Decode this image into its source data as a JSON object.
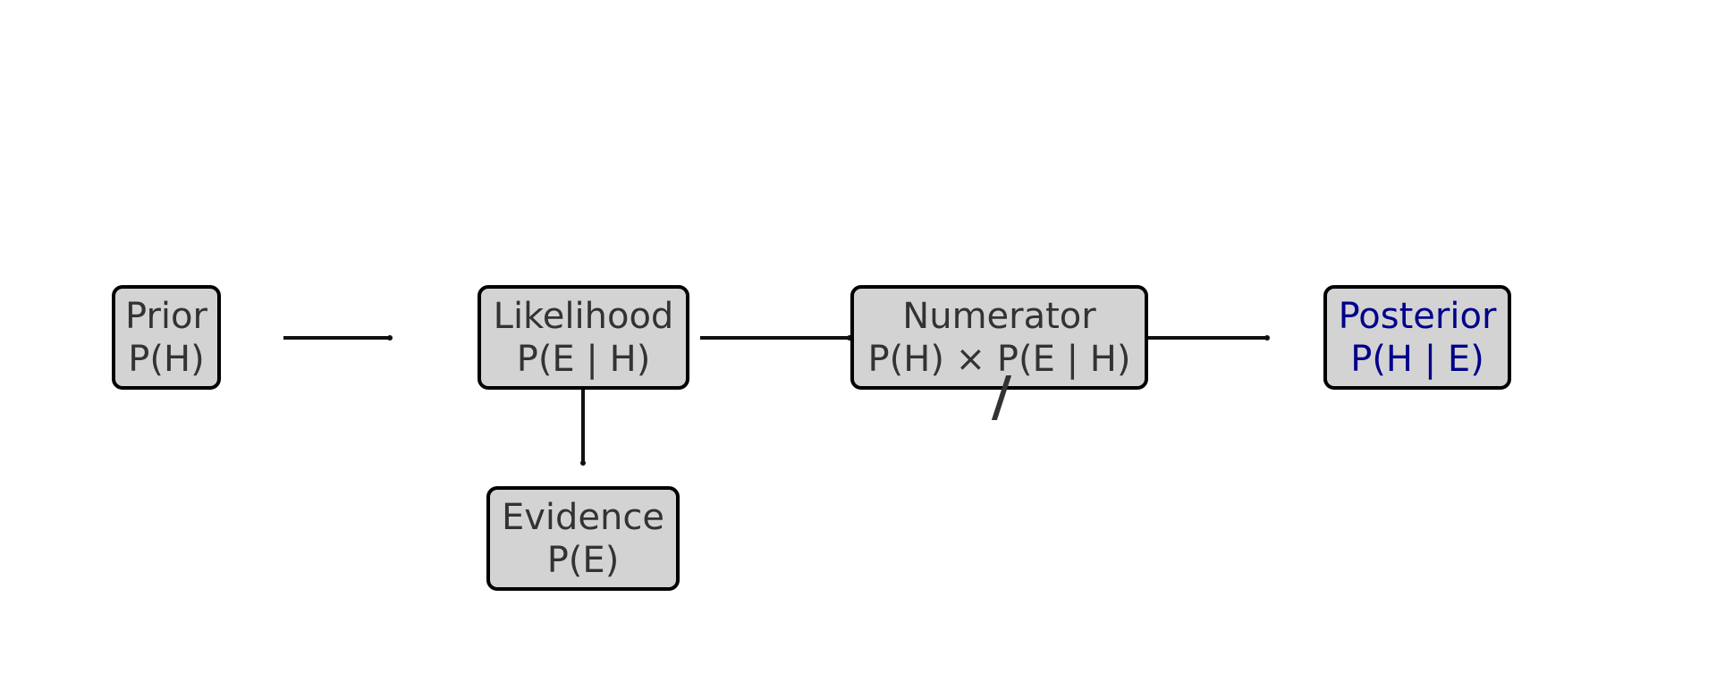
{
  "diagram": {
    "nodes": {
      "prior": {
        "title": "Prior",
        "formula": "P(H)"
      },
      "likelihood": {
        "title": "Likelihood",
        "formula": "P(E | H)"
      },
      "numerator": {
        "title": "Numerator",
        "formula": "P(H) × P(E | H)"
      },
      "posterior": {
        "title": "Posterior",
        "formula": "P(H | E)"
      },
      "evidence": {
        "title": "Evidence",
        "formula": "P(E)"
      }
    },
    "colors": {
      "node_fill": "#d3d3d3",
      "node_border": "#000000",
      "text": "#333333",
      "posterior_text": "#00008b",
      "edge": "#111111"
    }
  }
}
